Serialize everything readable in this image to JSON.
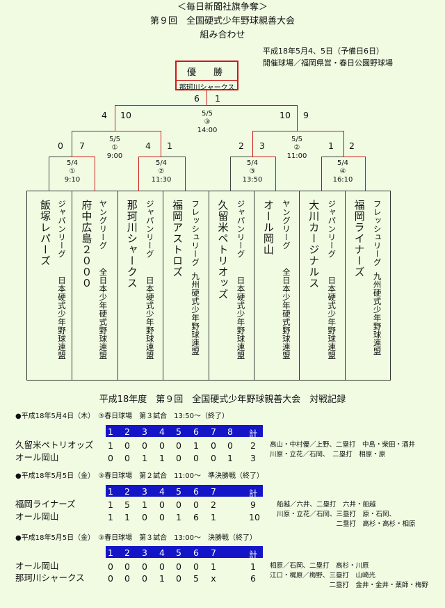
{
  "header": {
    "line1": "＜毎日新聞社旗争奪＞",
    "line2": "第９回　全国硬式少年野球親善大会",
    "line3": "組み合わせ",
    "date": "平成18年5月4、5日（予備日6日）",
    "venue": "開催球場／福岡県営・春日公園野球場"
  },
  "bracket": {
    "champion_label": "優　勝",
    "champion_team": "那珂川シャークス",
    "final": {
      "date": "5/5",
      "num": "③",
      "time": "14:00",
      "left": "6",
      "right": "1"
    },
    "semi1": {
      "date": "5/5",
      "num": "①",
      "time": "9:00",
      "left": "0",
      "right": "7"
    },
    "semi2": {
      "date": "5/5",
      "num": "②",
      "time": "11:00",
      "left": "2",
      "right": "3"
    },
    "qscores": {
      "l1": "4",
      "l2": "10",
      "r1": "10",
      "r2": "9",
      "a": "4",
      "b": "1",
      "c": "1",
      "d": "2"
    },
    "r1": [
      {
        "date": "5/4",
        "num": "①",
        "time": "9:10"
      },
      {
        "date": "5/4",
        "num": "②",
        "time": "11:30"
      },
      {
        "date": "5/4",
        "num": "③",
        "time": "13:50"
      },
      {
        "date": "5/4",
        "num": "④",
        "time": "16:10"
      }
    ],
    "teams": [
      {
        "name": "飯塚レパーズ",
        "league": ""
      },
      {
        "name": "ジャパンリーグ",
        "league": "日本硬式少年野球連盟"
      },
      {
        "name": "府中広島２０００",
        "league": ""
      },
      {
        "name": "ヤングリーグ",
        "league": "全日本少年硬式野球連盟"
      },
      {
        "name": "那珂川シャークス",
        "league": ""
      },
      {
        "name": "ジャパンリーグ",
        "league": "日本硬式少年野球連盟"
      },
      {
        "name": "福岡アストロズ",
        "league": ""
      },
      {
        "name": "フレッシュリーグ",
        "league": "九州硬式少年野球連盟"
      },
      {
        "name": "久留米ペトリオッズ",
        "league": ""
      },
      {
        "name": "ジャパンリーグ",
        "league": "日本硬式少年野球連盟"
      },
      {
        "name": "オール岡山",
        "league": ""
      },
      {
        "name": "ヤングリーグ",
        "league": "全日本少年硬式野球連盟"
      },
      {
        "name": "大川カージナルス",
        "league": ""
      },
      {
        "name": "ジャパンリーグ",
        "league": "日本硬式少年野球連盟"
      },
      {
        "name": "福岡ライナーズ",
        "league": ""
      },
      {
        "name": "フレッシュリーグ",
        "league": "九州硬式少年野球連盟"
      }
    ]
  },
  "record_title": "平成18年度　第９回　全国硬式少年野球親善大会　対戦記録",
  "games": [
    {
      "info": "●平成18年5月4日（木）　③春日球場　第３試合　13:50～（終了）",
      "innings": [
        "1",
        "2",
        "3",
        "4",
        "5",
        "6",
        "7",
        "8",
        "計"
      ],
      "rows": [
        {
          "team": "久留米ペトリオッズ",
          "scores": [
            "1",
            "0",
            "0",
            "0",
            "0",
            "1",
            "0",
            "0",
            "2"
          ]
        },
        {
          "team": "オール岡山",
          "scores": [
            "0",
            "0",
            "1",
            "1",
            "0",
            "0",
            "0",
            "1",
            "3"
          ]
        }
      ],
      "notes": [
        "高山・中村優／上野、二塁打　中島・柴田・酒井",
        "川原・立花／石岡、　二塁打　相原・原"
      ]
    },
    {
      "info": "●平成18年5月5日（金）　③春日球場　第２試合　11:00～　準決勝戦（終了）",
      "innings": [
        "1",
        "2",
        "3",
        "4",
        "5",
        "6",
        "7",
        "計"
      ],
      "rows": [
        {
          "team": "福岡ライナーズ",
          "scores": [
            "1",
            "5",
            "1",
            "0",
            "0",
            "0",
            "2",
            "9"
          ]
        },
        {
          "team": "オール岡山",
          "scores": [
            "1",
            "1",
            "0",
            "0",
            "1",
            "6",
            "1",
            "10"
          ]
        }
      ],
      "notes": [
        "船越／六井、二塁打　六井・船越",
        "川原・立花／石岡、三塁打　原・石岡、",
        "　　　　　　　　　二塁打　高杉・高杉・相原"
      ]
    },
    {
      "info": "●平成18年5月5日（金）　③春日球場　第３試合　13:00～　決勝戦（終了）",
      "innings": [
        "1",
        "2",
        "3",
        "4",
        "5",
        "6",
        "7",
        "計"
      ],
      "rows": [
        {
          "team": "オール岡山",
          "scores": [
            "0",
            "0",
            "0",
            "0",
            "0",
            "0",
            "1",
            "1"
          ]
        },
        {
          "team": "那珂川シャークス",
          "scores": [
            "0",
            "0",
            "0",
            "1",
            "0",
            "5",
            "x",
            "6"
          ]
        }
      ],
      "notes": [
        "相原／石岡、二塁打　高杉・川原",
        "江口・梶原／梅野、三塁打　山崎光",
        "　　　　　　　　　二塁打　金井・金井・薬師・梅野"
      ]
    }
  ]
}
